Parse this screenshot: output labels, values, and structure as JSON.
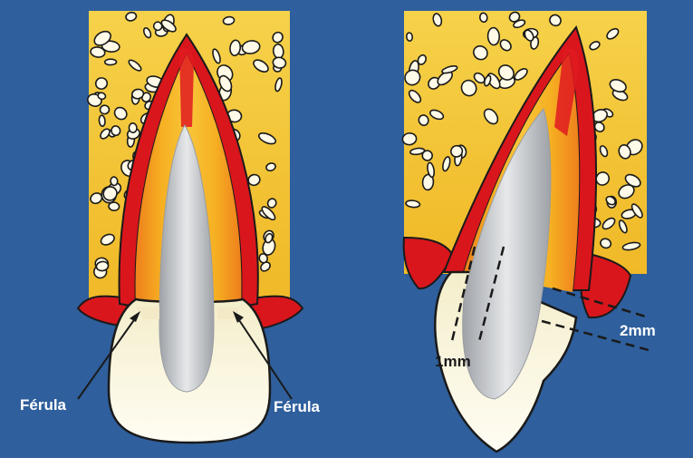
{
  "labels": {
    "ferrule_left": "Férula",
    "ferrule_right": "Férula",
    "measure_1mm": "1mm",
    "measure_2mm": "2mm"
  },
  "colors": {
    "background": "#2f5f9c",
    "bone": "#f4c53a",
    "bone_light": "#fbe89a",
    "gum": "#d9161c",
    "crown": "#fbf7e4",
    "post": "#b9bcc0",
    "dentin": "#f2a51d",
    "label_text": "#ffffff",
    "measure_text": "#1a1a1a"
  }
}
